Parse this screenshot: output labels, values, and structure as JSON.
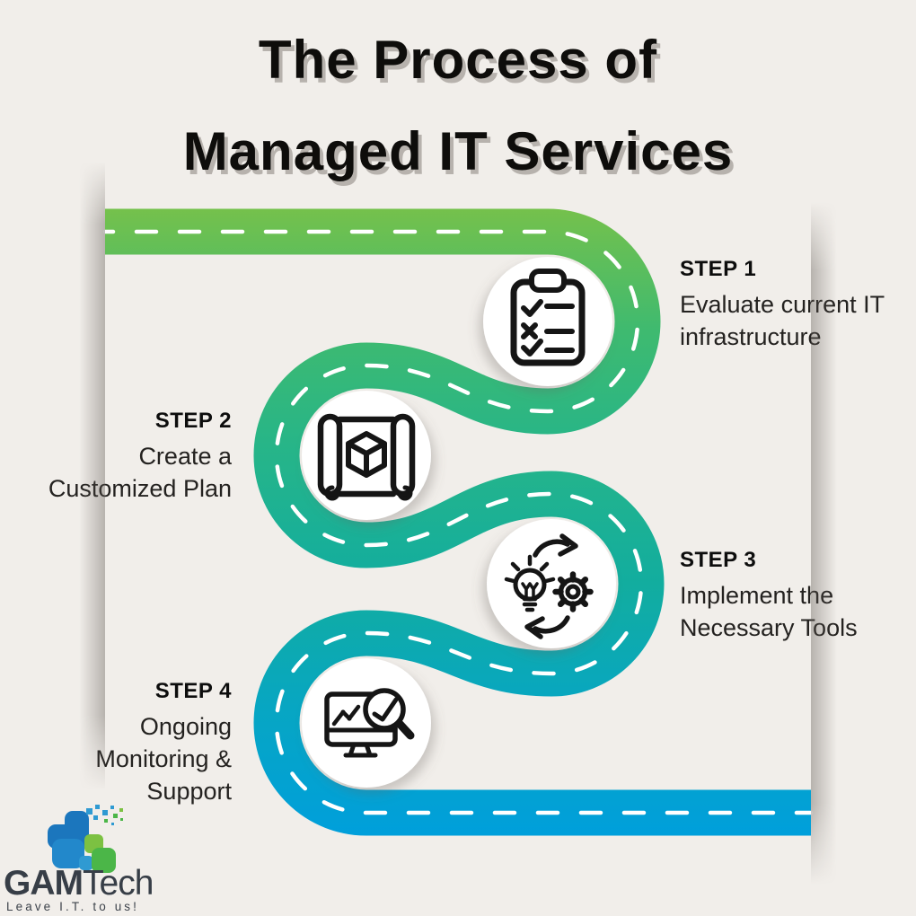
{
  "background": "#f1eeea",
  "title": {
    "line1": "The Process of",
    "line2": "Managed IT Services",
    "color": "#0e0d0b",
    "shadow_color": "#b7b2ad"
  },
  "road": {
    "gradient": [
      "#76c14b",
      "#3eba70",
      "#27b588",
      "#12ad9f",
      "#07a6c3",
      "#009fdb"
    ],
    "dash_color": "#ffffff"
  },
  "steps": [
    {
      "label": "STEP 1",
      "line1": "Evaluate current IT",
      "line2": "infrastructure",
      "icon": "clipboard-checklist-icon"
    },
    {
      "label": "STEP 2",
      "line1": "Create a",
      "line2": "Customized Plan",
      "icon": "blueprint-plan-icon"
    },
    {
      "label": "STEP 3",
      "line1": "Implement the",
      "line2": "Necessary Tools",
      "icon": "idea-implementation-icon"
    },
    {
      "label": "STEP 4",
      "line1": "Ongoing",
      "line2": "Monitoring &",
      "line3": "Support",
      "icon": "monitoring-magnifier-icon"
    }
  ],
  "logo": {
    "name_bold": "GAM",
    "name_light": "Tech",
    "tagline": "Leave I.T. to us!",
    "blue": "#1b76bd",
    "light_blue": "#2f9ad2",
    "green": "#4bb648",
    "light_green": "#7cc142",
    "text_color": "#373e47"
  }
}
